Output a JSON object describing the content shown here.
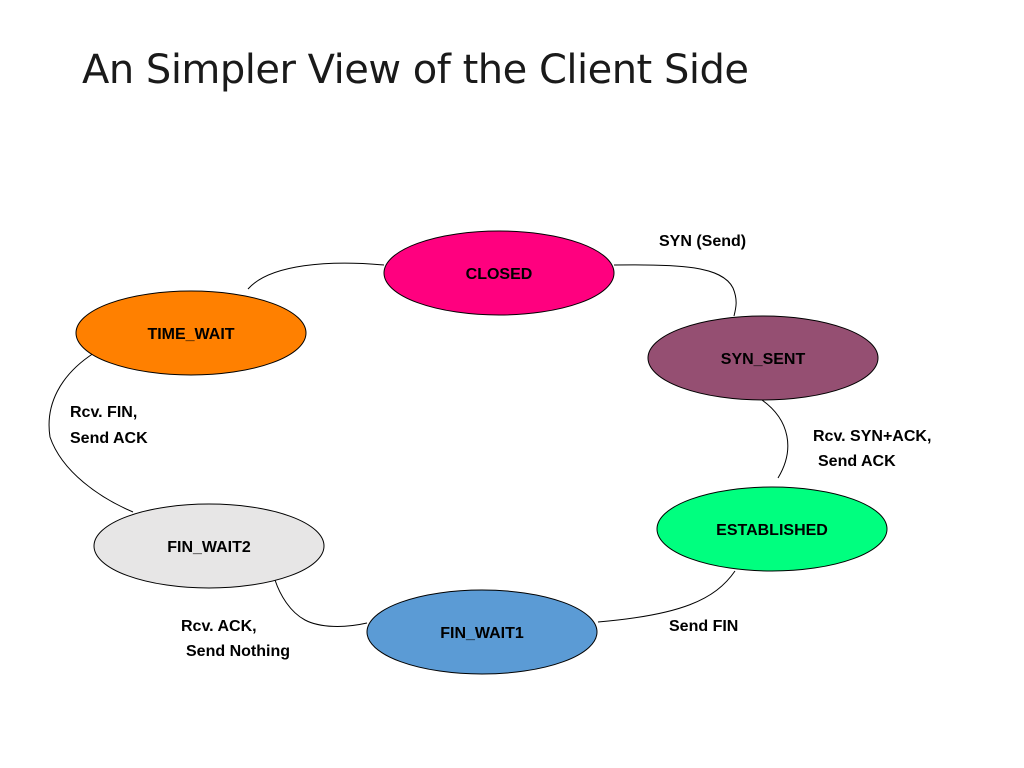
{
  "title": "An Simpler View of the Client Side",
  "states": [
    {
      "id": "closed",
      "label": "CLOSED",
      "color": "#ff007f"
    },
    {
      "id": "syn_sent",
      "label": "SYN_SENT",
      "color": "#954f72"
    },
    {
      "id": "established",
      "label": "ESTABLISHED",
      "color": "#00ff7f"
    },
    {
      "id": "fin_wait1",
      "label": "FIN_WAIT1",
      "color": "#5b9bd5"
    },
    {
      "id": "fin_wait2",
      "label": "FIN_WAIT2",
      "color": "#e7e6e6"
    },
    {
      "id": "time_wait",
      "label": "TIME_WAIT",
      "color": "#ff8000"
    }
  ],
  "transitions": [
    {
      "from": "closed",
      "to": "syn_sent",
      "label_lines": [
        "SYN (Send)"
      ]
    },
    {
      "from": "syn_sent",
      "to": "established",
      "label_lines": [
        "Rcv. SYN+ACK,",
        "Send ACK"
      ]
    },
    {
      "from": "established",
      "to": "fin_wait1",
      "label_lines": [
        "Send FIN"
      ]
    },
    {
      "from": "fin_wait1",
      "to": "fin_wait2",
      "label_lines": [
        "Rcv. ACK,",
        "Send Nothing"
      ]
    },
    {
      "from": "fin_wait2",
      "to": "time_wait",
      "label_lines": [
        "Rcv. FIN,",
        "Send ACK"
      ]
    },
    {
      "from": "time_wait",
      "to": "closed",
      "label_lines": []
    }
  ]
}
